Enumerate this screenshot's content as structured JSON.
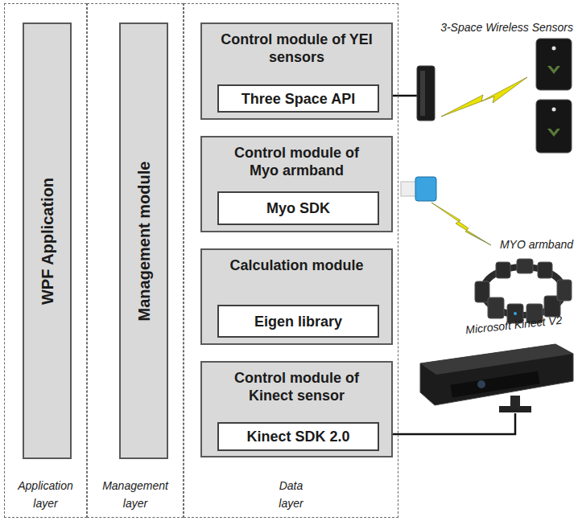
{
  "diagram": {
    "nodes": [
      {
        "text": [
          "Application layer"
        ]
      },
      {
        "text": [
          "WPF Application"
        ],
        "in": 0
      },
      {
        "text": [
          "Management layer"
        ]
      },
      {
        "text": [
          "Management module"
        ],
        "in": 2
      },
      {
        "text": [
          "Data layer"
        ]
      },
      {
        "text": [
          "Control module of YEI sensors"
        ],
        "in": 4
      },
      {
        "text": [
          "Three Space API"
        ],
        "in": 5
      },
      {
        "text": [
          "Control module of Myo armband"
        ],
        "in": 4
      },
      {
        "text": [
          "Myo SDK"
        ],
        "in": 7
      },
      {
        "text": [
          "Calculation module"
        ],
        "in": 4
      },
      {
        "text": [
          "Eigen library"
        ],
        "in": 9
      },
      {
        "text": [
          "Control module of Kinect sensor"
        ],
        "in": 4
      },
      {
        "text": [
          "Kinect SDK 2.0"
        ],
        "in": 11
      }
    ],
    "labels": [
      "3-Space Wireless Sensors",
      "MYO armband",
      "Microsoft Kinect V2"
    ]
  }
}
